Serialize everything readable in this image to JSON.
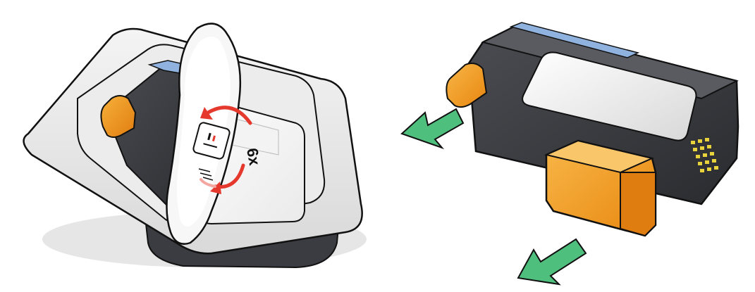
{
  "illustration": {
    "left_panel": {
      "name": "printhead-in-packaging-tray-peel-instruction",
      "label_text": "6x",
      "icons": [
        "printhead-package-tray",
        "peel-away-lid",
        "rotate-arrow-icon"
      ]
    },
    "right_panel": {
      "name": "printhead-remove-protective-caps",
      "icons": [
        "printhead-cartridge",
        "orange-tab-cap",
        "orange-bottom-cap",
        "green-arrow-icon"
      ]
    },
    "colors": {
      "orange": "#F29A1D",
      "green": "#4FBF7E",
      "blue_strip": "#8FB2DE",
      "dark_body": "#3A3B40",
      "red_arrow": "#E5392E",
      "outline": "#111111"
    }
  }
}
